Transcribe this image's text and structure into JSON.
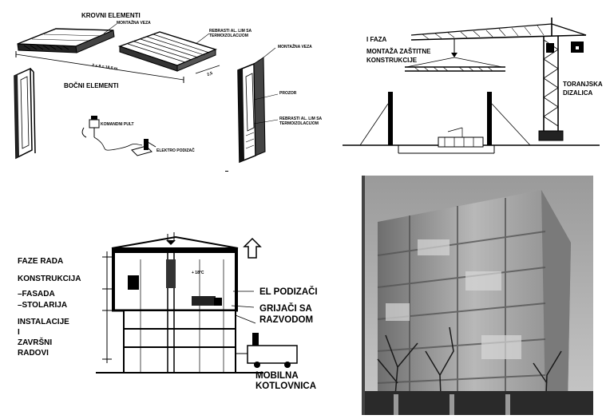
{
  "panel_tl": {
    "krovni": "KROVNI ELEMENTI",
    "montazna_veza_1": "MONTAŽNA VEZA",
    "rebrasti_1a": "REBRASTI AL. LIM SA",
    "rebrasti_1b": "TERMOIZOLACIJOM",
    "dim_long": "2 x 9 = 18,0 m",
    "dim_short": "2,5",
    "montazna_veza_2": "MONTAŽNA VEZA",
    "bocni": "BOČNI ELEMENTI",
    "prozor": "PROZOR",
    "rebrasti_2a": "REBRASTI AL. LIM SA",
    "rebrasti_2b": "TERMOIZOLACIJOM",
    "komandni": "KOMANDNI PULT",
    "elektro": "ELEKTRO PODIZAČ"
  },
  "panel_tr": {
    "faza": "I FAZA",
    "montaza_1": "MONTAŽA ZAŠTITNE",
    "montaza_2": "KONSTRUKCIJE",
    "toranjska_1": "TORANJSKA",
    "toranjska_2": "DIZALICA"
  },
  "panel_bl": {
    "faze": "FAZE RADA",
    "konstrukcija": "KONSTRUKCIJA",
    "fasada": "–FASADA",
    "stolarija": "–STOLARIJA",
    "instalacije": "INSTALACIJE",
    "i": "I",
    "zavrsni": "ZAVRŠNI",
    "radovi": "RADOVI",
    "el_podizaci": "EL PODIZAČI",
    "grijaci_1": "GRIJAČI SA",
    "grijaci_2": "RAZVODOM",
    "mobilna": "MOBILNA",
    "kotlovnica": "KOTLOVNICA",
    "temp": "+ 18°C"
  }
}
